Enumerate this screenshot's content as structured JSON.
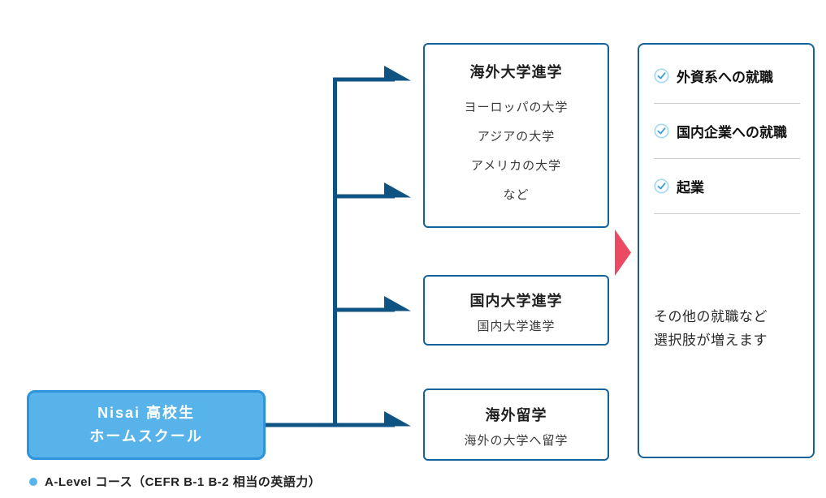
{
  "diagram": {
    "source_box": {
      "line1": "Nisai 高校生",
      "line2": "ホームスクール"
    },
    "path_boxes": [
      {
        "title": "海外大学進学",
        "items": [
          "ヨーロッパの大学",
          "アジアの大学",
          "アメリカの大学",
          "など"
        ]
      },
      {
        "title": "国内大学進学",
        "items": [
          "国内大学進学"
        ]
      },
      {
        "title": "海外留学",
        "items": [
          "海外の大学へ留学"
        ]
      }
    ],
    "outcome_panel": {
      "items": [
        "外資系への就職",
        "国内企業への就職",
        "起業"
      ],
      "note_lines": [
        "その他の就職など",
        "選択肢が増えます"
      ]
    },
    "caption": "A-Level コース（CEFR B-1 B-2 相当の英語力）",
    "colors": {
      "connector_blue": "#0F5383",
      "box_border_blue": "#15629B",
      "source_fill": "#57B3E9",
      "source_border": "#2E93D9",
      "arrow_pink": "#EB4A63",
      "check_circle": "#A6D7F5",
      "check_mark": "#3E9CD9",
      "divider_gray": "#CCCCCC"
    }
  }
}
